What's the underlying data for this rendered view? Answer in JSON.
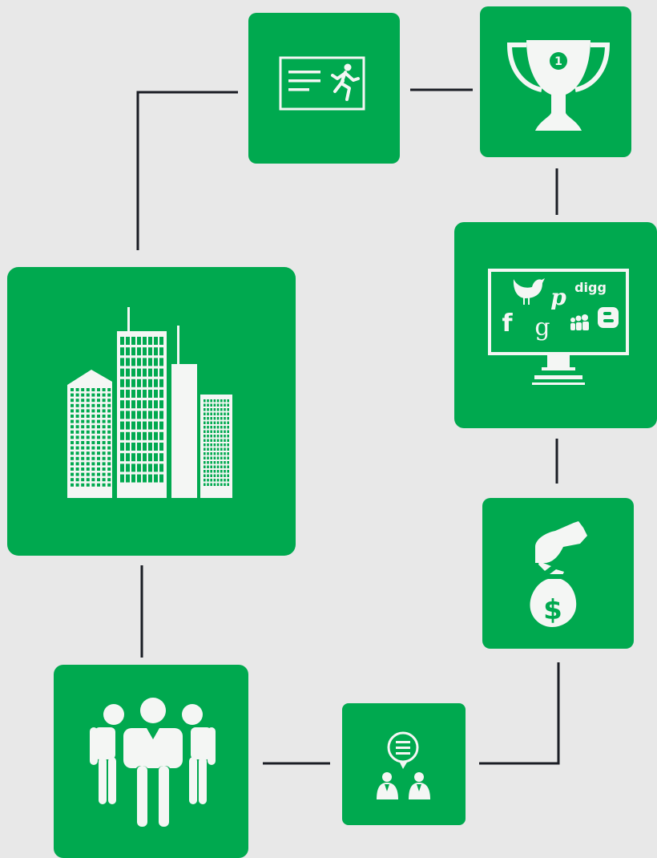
{
  "colors": {
    "background": "#e8e8e8",
    "tile": "#00a94f",
    "icon": "#f4f6f4",
    "connector": "#1a1d24"
  },
  "nodes": [
    {
      "id": "job-posting",
      "icon": "job-posting-runner-icon"
    },
    {
      "id": "trophy",
      "icon": "trophy-number-one-icon"
    },
    {
      "id": "social-media",
      "icon": "social-media-monitor-icon"
    },
    {
      "id": "money",
      "icon": "hand-money-bag-icon"
    },
    {
      "id": "discussion",
      "icon": "people-discussion-icon"
    },
    {
      "id": "team",
      "icon": "team-people-icon"
    },
    {
      "id": "company",
      "icon": "office-buildings-icon"
    }
  ],
  "monitor_labels": {
    "pinterest": "p",
    "digg": "digg",
    "facebook": "f",
    "google": "g"
  },
  "trophy_rank": "1",
  "money_symbol": "$"
}
